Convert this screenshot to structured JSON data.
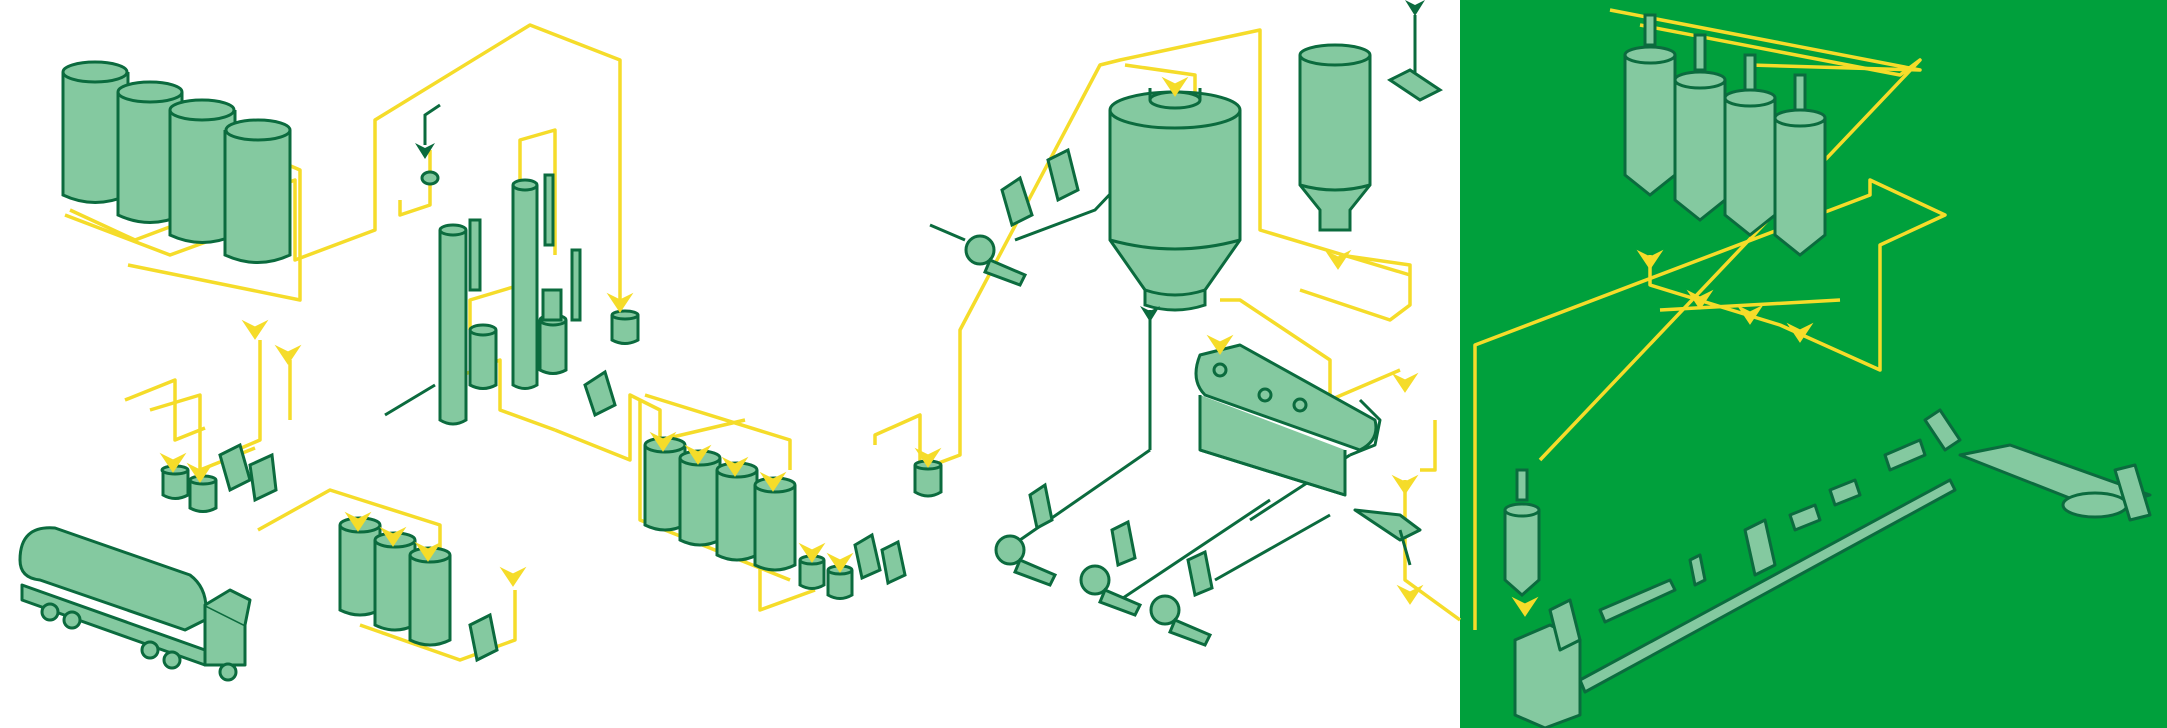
{
  "colors": {
    "background": "#ffffff",
    "panel": "#00a03c",
    "equipment_fill": "#84c9a0",
    "equipment_stroke": "#0b6b3e",
    "product_flow": "#f5dc2a",
    "air_flow": "#0b6b3e"
  },
  "nodes": [
    {
      "id": "storage-tanks",
      "icon": "cylinder-tank-group-icon"
    },
    {
      "id": "tanker-truck",
      "icon": "tanker-truck-icon"
    },
    {
      "id": "feed-pumps",
      "icon": "pump-icon"
    },
    {
      "id": "distillation-columns",
      "icon": "column-icon"
    },
    {
      "id": "mixing-tanks-1",
      "icon": "cylinder-tank-group-icon"
    },
    {
      "id": "mixing-tanks-2",
      "icon": "cylinder-tank-group-icon"
    },
    {
      "id": "spray-dryer",
      "icon": "spray-dryer-icon"
    },
    {
      "id": "cyclone",
      "icon": "cyclone-icon"
    },
    {
      "id": "fluid-bed-dryer",
      "icon": "fluid-bed-dryer-icon"
    },
    {
      "id": "blowers",
      "icon": "fan-blower-icon"
    },
    {
      "id": "product-silos",
      "icon": "silo-group-icon"
    },
    {
      "id": "feed-hopper",
      "icon": "hopper-icon"
    },
    {
      "id": "extrusion-line",
      "icon": "production-line-icon"
    }
  ]
}
